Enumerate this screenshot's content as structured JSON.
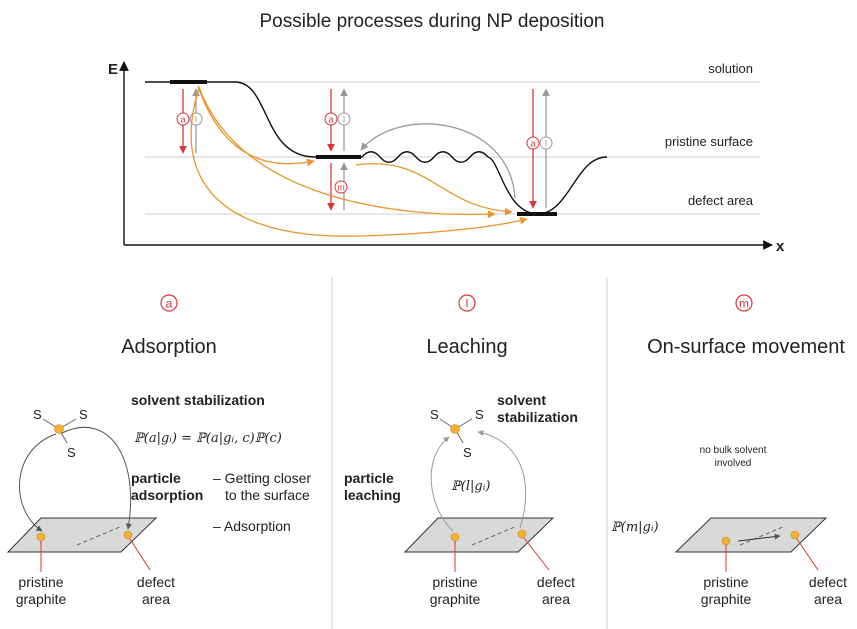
{
  "title": "Possible processes during NP deposition",
  "energy_diagram": {
    "y_axis_label": "E",
    "x_axis_label": "x",
    "levels": {
      "solution": "solution",
      "pristine": "pristine surface",
      "defect": "defect area"
    },
    "process_markers": {
      "a": "a",
      "l": "l",
      "m": "m"
    }
  },
  "panels": {
    "adsorption": {
      "marker": "a",
      "title": "Adsorption",
      "solvent_label": "solvent stabilization",
      "solvent_symbol": "S",
      "formula": "ℙ(a|gᵢ) = ℙ(a|gᵢ, c)ℙ(c)",
      "particle_label_1": "particle",
      "particle_label_2": "adsorption",
      "step1_line1": "– Getting closer",
      "step1_line2": "to the surface",
      "step2": "– Adsorption",
      "pristine_label_1": "pristine",
      "pristine_label_2": "graphite",
      "defect_label_1": "defect",
      "defect_label_2": "area"
    },
    "leaching": {
      "marker": "l",
      "title": "Leaching",
      "solvent_label_1": "solvent",
      "solvent_label_2": "stabilization",
      "solvent_symbol": "S",
      "formula": "ℙ(l|gᵢ)",
      "particle_label_1": "particle",
      "particle_label_2": "leaching",
      "pristine_label_1": "pristine",
      "pristine_label_2": "graphite",
      "defect_label_1": "defect",
      "defect_label_2": "area"
    },
    "movement": {
      "marker": "m",
      "title": "On-surface movement",
      "note_1": "no bulk solvent",
      "note_2": "involved",
      "formula": "ℙ(m|gᵢ)",
      "pristine_label_1": "pristine",
      "pristine_label_2": "graphite",
      "defect_label_1": "defect",
      "defect_label_2": "area"
    }
  },
  "colors": {
    "red": "#d7373c",
    "orange": "#e8962e",
    "grey": "#9a9a9a",
    "plate": "#d9d9d9",
    "particle": "#f2b233"
  }
}
